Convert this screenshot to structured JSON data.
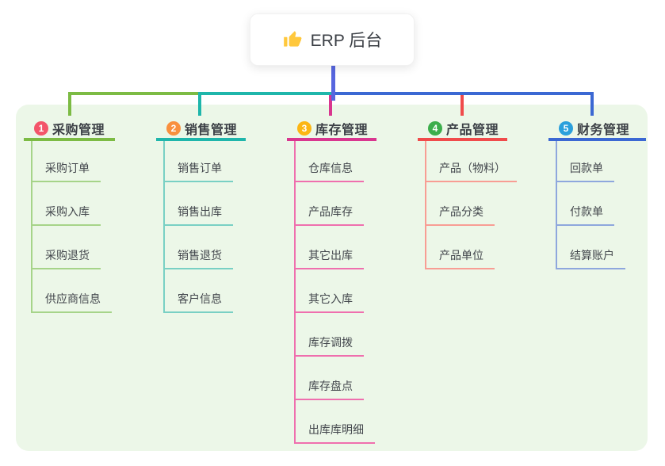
{
  "canvas": {
    "bg": "#ecf7e8"
  },
  "root": {
    "title": "ERP 后台",
    "icon": "thumbs-up-icon",
    "icon_color": "#ffc83d",
    "line_color": "#5766df"
  },
  "branches": [
    {
      "num": "1",
      "title": "采购管理",
      "badge_color": "#f3556a",
      "line_color": "#7cbb44",
      "sub_color": "#a6d489",
      "items": [
        "采购订单",
        "采购入库",
        "采购退货",
        "供应商信息"
      ]
    },
    {
      "num": "2",
      "title": "销售管理",
      "badge_color": "#f9903e",
      "line_color": "#1fb6ab",
      "sub_color": "#79d0c4",
      "items": [
        "销售订单",
        "销售出库",
        "销售退货",
        "客户信息"
      ]
    },
    {
      "num": "3",
      "title": "库存管理",
      "badge_color": "#fcb614",
      "line_color": "#d9368f",
      "sub_color": "#ef6fae",
      "items": [
        "仓库信息",
        "产品库存",
        "其它出库",
        "其它入库",
        "库存调拨",
        "库存盘点",
        "出库库明细"
      ]
    },
    {
      "num": "4",
      "title": "产品管理",
      "badge_color": "#3dae4c",
      "line_color": "#f04b4b",
      "sub_color": "#f89d94",
      "items": [
        "产品（物料）",
        "产品分类",
        "产品单位"
      ]
    },
    {
      "num": "5",
      "title": "财务管理",
      "badge_color": "#2ba0dc",
      "line_color": "#3b68d3",
      "sub_color": "#8ea7dd",
      "items": [
        "回款单",
        "付款单",
        "结算账户"
      ]
    }
  ]
}
